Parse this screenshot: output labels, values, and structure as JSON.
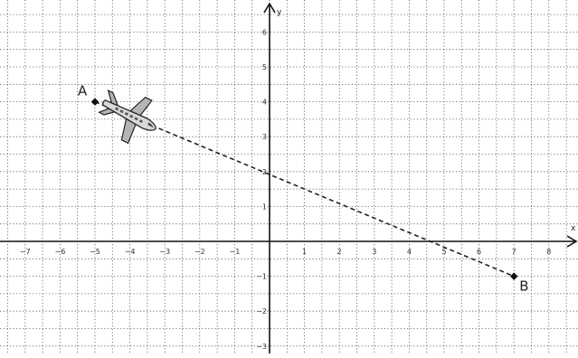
{
  "chart_data": {
    "type": "scatter",
    "axes": {
      "x_label": "x",
      "y_label": "y",
      "x_ticks": [
        -7,
        -6,
        -5,
        -4,
        -3,
        -2,
        -1,
        1,
        2,
        3,
        4,
        5,
        6,
        7,
        8
      ],
      "y_ticks": [
        6,
        5,
        4,
        3,
        2,
        1,
        -1,
        -2,
        -3
      ],
      "xlim": [
        -7.5,
        8.5
      ],
      "ylim": [
        -3.2,
        6.8
      ],
      "grid": true,
      "grid_step": 0.5
    },
    "points": [
      {
        "label": "A",
        "x": -5,
        "y": 4
      },
      {
        "label": "B",
        "x": 7,
        "y": -1
      }
    ],
    "segment": {
      "from": "A",
      "to": "B",
      "style": "dashed"
    },
    "airplane_position": {
      "x": -4,
      "y": 3.6
    }
  },
  "colors": {
    "axis": "#111111",
    "grid": "#555555",
    "segment": "#222222",
    "point": "#111111",
    "plane_body": "#d8d8d8",
    "plane_wing": "#b5b5b5",
    "plane_outline": "#222222"
  }
}
